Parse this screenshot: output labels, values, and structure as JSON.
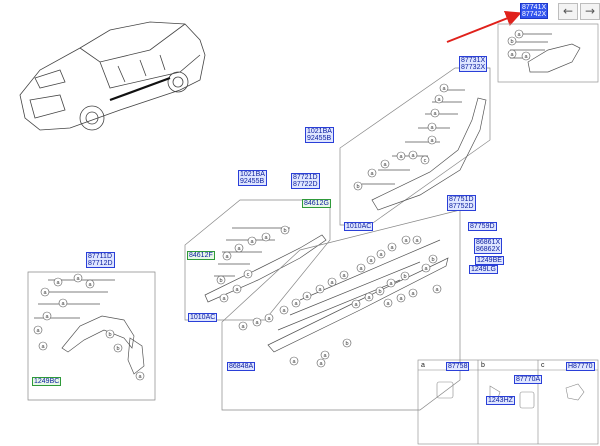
{
  "nav": {
    "prev_glyph": "←",
    "next_glyph": "→"
  },
  "labels": {
    "p87741": [
      "87741X",
      "87742X"
    ],
    "p87731": [
      "87731X",
      "87732X"
    ],
    "p1021b_top": [
      "1021BA",
      "92455B"
    ],
    "p1021b_mid": [
      "1021BA",
      "92455B"
    ],
    "p87721": [
      "87721D",
      "87722D"
    ],
    "p84612g": "84612G",
    "p84612f": "84612F",
    "p87711": [
      "87711D",
      "87712D"
    ],
    "p87751": [
      "87751D",
      "87752D"
    ],
    "p87759d": "87759D",
    "p86861": [
      "86861X",
      "86862X"
    ],
    "p1249b": "1249BE",
    "p1249lg": "1249LG",
    "p1010ac_right": "1010AC",
    "p1010ac_left": "1010AC",
    "p86848a": "86848A",
    "p1249bc": "1249BC",
    "legend_a": "87758",
    "legend_b_top": "87770A",
    "legend_b_bot": "1243HZ",
    "legend_c": "H87770"
  },
  "callout_letters": {
    "a": "a",
    "b": "b",
    "c": "c"
  },
  "colors": {
    "label_border": "#2a3fd8",
    "label_fill": "#dfe6ff",
    "highlight": "#3355ee",
    "arrow": "#e0211b"
  }
}
